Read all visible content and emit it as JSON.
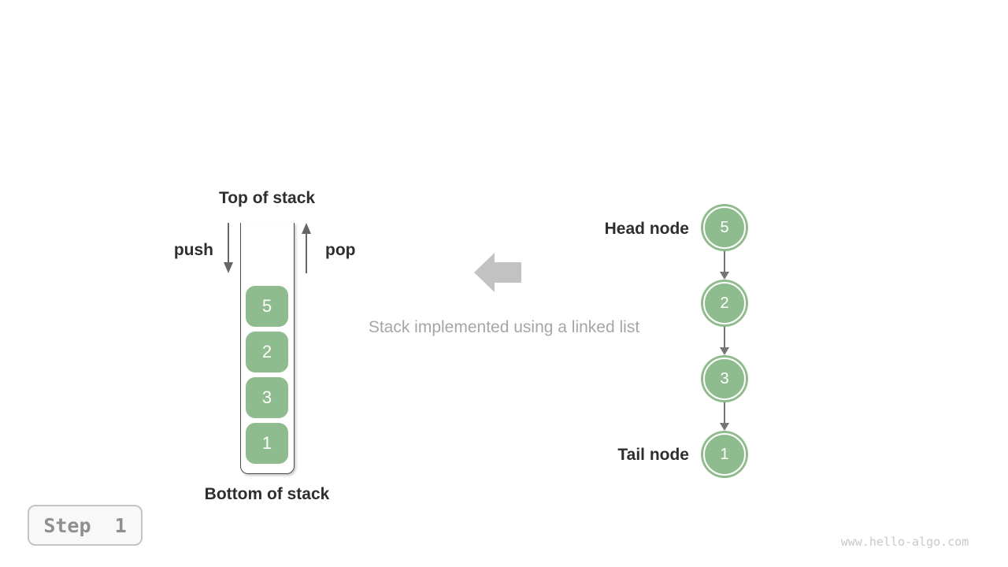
{
  "stack": {
    "top_label": "Top of stack",
    "bottom_label": "Bottom of stack",
    "push_label": "push",
    "pop_label": "pop",
    "items": [
      "5",
      "2",
      "3",
      "1"
    ]
  },
  "middle": {
    "caption": "Stack implemented using a linked list"
  },
  "linked_list": {
    "head_label": "Head node",
    "tail_label": "Tail node",
    "nodes": [
      "5",
      "2",
      "3",
      "1"
    ]
  },
  "footer": {
    "step_label": "Step  1",
    "watermark": "www.hello-algo.com"
  },
  "colors": {
    "node_green": "#8FBC8F",
    "outline_gray": "#4a4a4a",
    "small_arrow_gray": "#666666",
    "big_arrow_gray": "#c2c2c2",
    "caption_gray": "#a6a6a6",
    "label_dark": "#2e2e2e"
  }
}
